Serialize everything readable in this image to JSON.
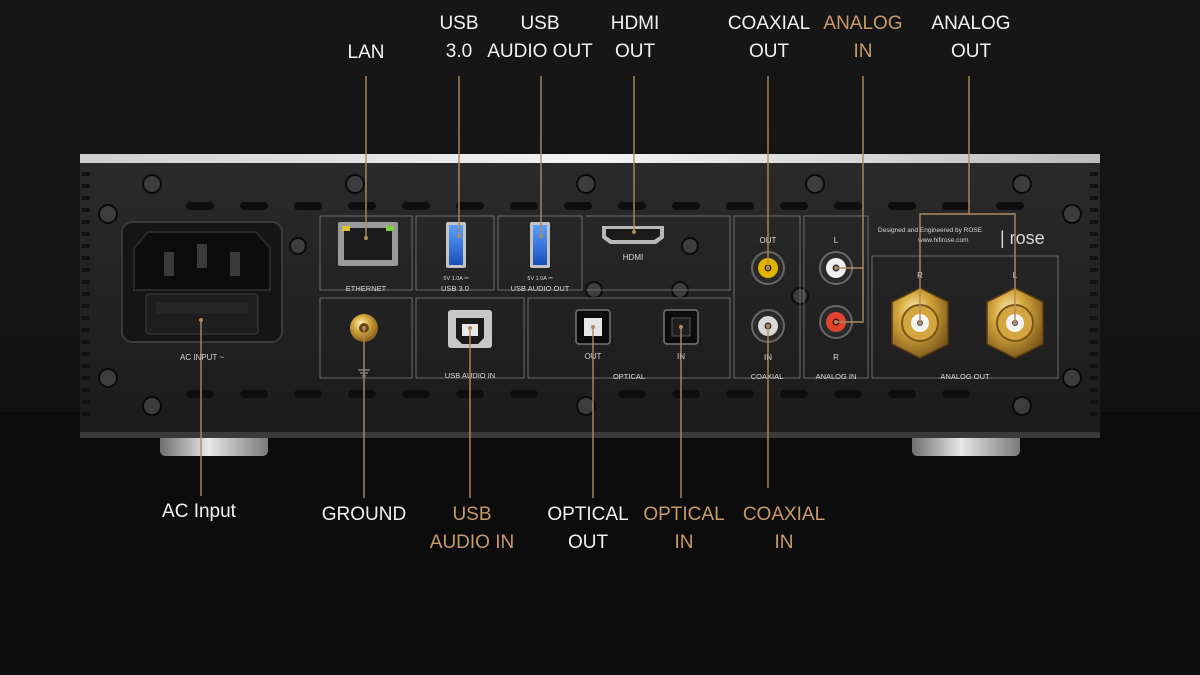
{
  "top_labels": {
    "lan": [
      "LAN"
    ],
    "usb30": [
      "USB",
      "3.0"
    ],
    "usb_audio_out": [
      "USB",
      "AUDIO OUT"
    ],
    "hdmi_out": [
      "HDMI",
      "OUT"
    ],
    "coaxial_out": [
      "COAXIAL",
      "OUT"
    ],
    "analog_in": [
      "ANALOG",
      "IN"
    ],
    "analog_out": [
      "ANALOG",
      "OUT"
    ]
  },
  "bottom_labels": {
    "ac_input": [
      "AC Input"
    ],
    "ground": [
      "GROUND"
    ],
    "usb_audio_in": [
      "USB",
      "AUDIO IN"
    ],
    "optical_out": [
      "OPTICAL",
      "OUT"
    ],
    "optical_in": [
      "OPTICAL",
      "IN"
    ],
    "coaxial_in": [
      "COAXIAL",
      "IN"
    ]
  },
  "panel": {
    "ethernet": "ETHERNET",
    "usb30": "USB 3.0",
    "usb_audio_out": "USB AUDIO OUT",
    "usb_rating_1": "5V 1.0A ⎓",
    "usb_rating_2": "5V 1.0A ⎓",
    "hdmi": "HDMI",
    "ac_input": "AC INPUT ~",
    "usb_audio_in": "USB AUDIO IN",
    "optical": "OPTICAL",
    "optical_out": "OUT",
    "optical_in": "IN",
    "coaxial": "COAXIAL",
    "coaxial_out": "OUT",
    "coaxial_in": "IN",
    "analog_in": "ANALOG IN",
    "analog_in_l": "L",
    "analog_in_r": "R",
    "analog_out": "ANALOG OUT",
    "analog_out_r": "R",
    "analog_out_l": "L",
    "designed_by": "Designed and Engineered by ROSE",
    "website": "www.hifirose.com",
    "brand": "| rose"
  },
  "colors": {
    "highlight": "#c99a6a",
    "default_text": "#f2f2f2",
    "leader_line": "#b08a60"
  }
}
